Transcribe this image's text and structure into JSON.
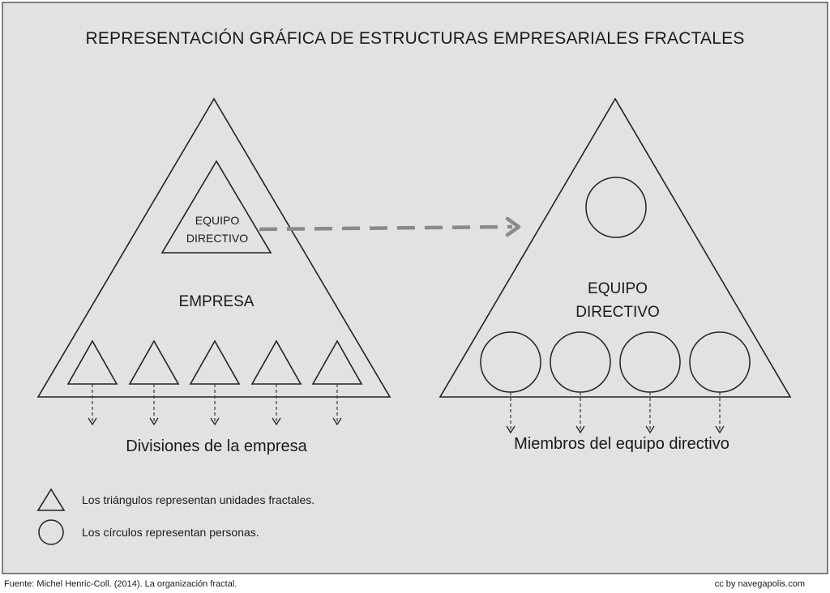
{
  "title": "REPRESENTACIÓN GRÁFICA DE ESTRUCTURAS EMPRESARIALES FRACTALES",
  "left": {
    "inner_line1": "EQUIPO",
    "inner_line2": "DIRECTIVO",
    "main_label": "EMPRESA",
    "caption": "Divisiones de la empresa"
  },
  "right": {
    "main_line1": "EQUIPO",
    "main_line2": "DIRECTIVO",
    "caption": "Miembros del equipo directivo"
  },
  "legend": {
    "triangles": "Los triángulos representan unidades fractales.",
    "circles": "Los círculos representan personas."
  },
  "footer": {
    "source": "Fuente: Michel Henric-Coll. (2014). La organización fractal.",
    "credit": "cc by navegapolis.com"
  }
}
